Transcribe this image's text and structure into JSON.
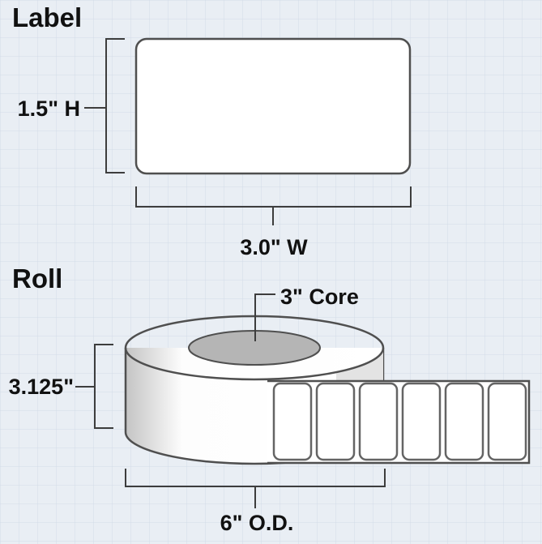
{
  "label_section": {
    "heading": "Label",
    "height_label": "1.5\" H",
    "width_label": "3.0\" W"
  },
  "roll_section": {
    "heading": "Roll",
    "core_label": "3\" Core",
    "roll_height_label": "3.125\"",
    "outer_diameter_label": "6\" O.D.",
    "strip_label_count": 6
  },
  "colors": {
    "background": "#e9eef4",
    "grid_line": "#d3dce7",
    "outline": "#4f4f4f",
    "dimension_line": "#3d3d3d",
    "text": "#111111",
    "core_fill": "#b5b5b5",
    "shape_fill": "#ffffff",
    "peel_shade": "#e3e3e3"
  }
}
